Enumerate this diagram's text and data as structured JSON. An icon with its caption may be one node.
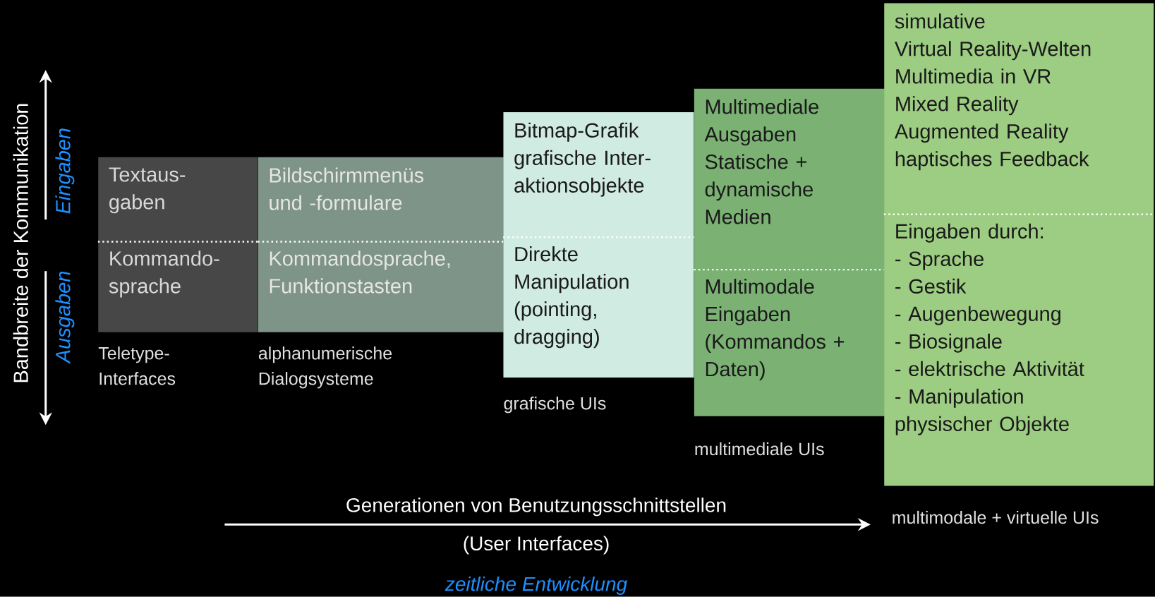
{
  "diagram": {
    "nodes": [
      {
        "text": [
          "Textaus- gaben",
          "Kommando- sprache"
        ],
        "beside": [
          "Teletype- Interfaces"
        ]
      },
      {
        "text": [
          "Bildschirmmenüs und -formulare",
          "Kommandosprache, Funktionstasten"
        ],
        "beside": [
          "alphanumerische Dialogsysteme"
        ]
      },
      {
        "text": [
          "Bitmap-Grafik",
          "grafische Inter- aktionsobjekte",
          "Direkte Manipulation (pointing, dragging)"
        ],
        "beside": [
          "grafische UIs"
        ]
      },
      {
        "text": [
          "Multimediale Ausgaben",
          "Statische + dynamische Medien",
          "Multimodale Eingaben (Kommandos + Daten)"
        ],
        "beside": [
          "multimediale UIs"
        ]
      },
      {
        "text": [
          "simulative",
          "Virtual Reality-Welten",
          "Multimedia in VR",
          "Mixed Reality",
          "Augmented Reality",
          "haptisches Feedback",
          "Eingaben durch:",
          "- Sprache",
          "- Gestik",
          "- Augenbewegung",
          "- Biosignale",
          "- elektrische Aktivität",
          "- Manipulation physischer Objekte"
        ],
        "beside": [
          "multimodale + virtuelle UIs"
        ]
      }
    ],
    "labels": [
      "Bandbreite der Kommunikation",
      "Eingaben",
      "Ausgaben",
      "Generationen von Benutzungsschnittstellen",
      "(User Interfaces)",
      "zeitliche Entwicklung"
    ]
  }
}
